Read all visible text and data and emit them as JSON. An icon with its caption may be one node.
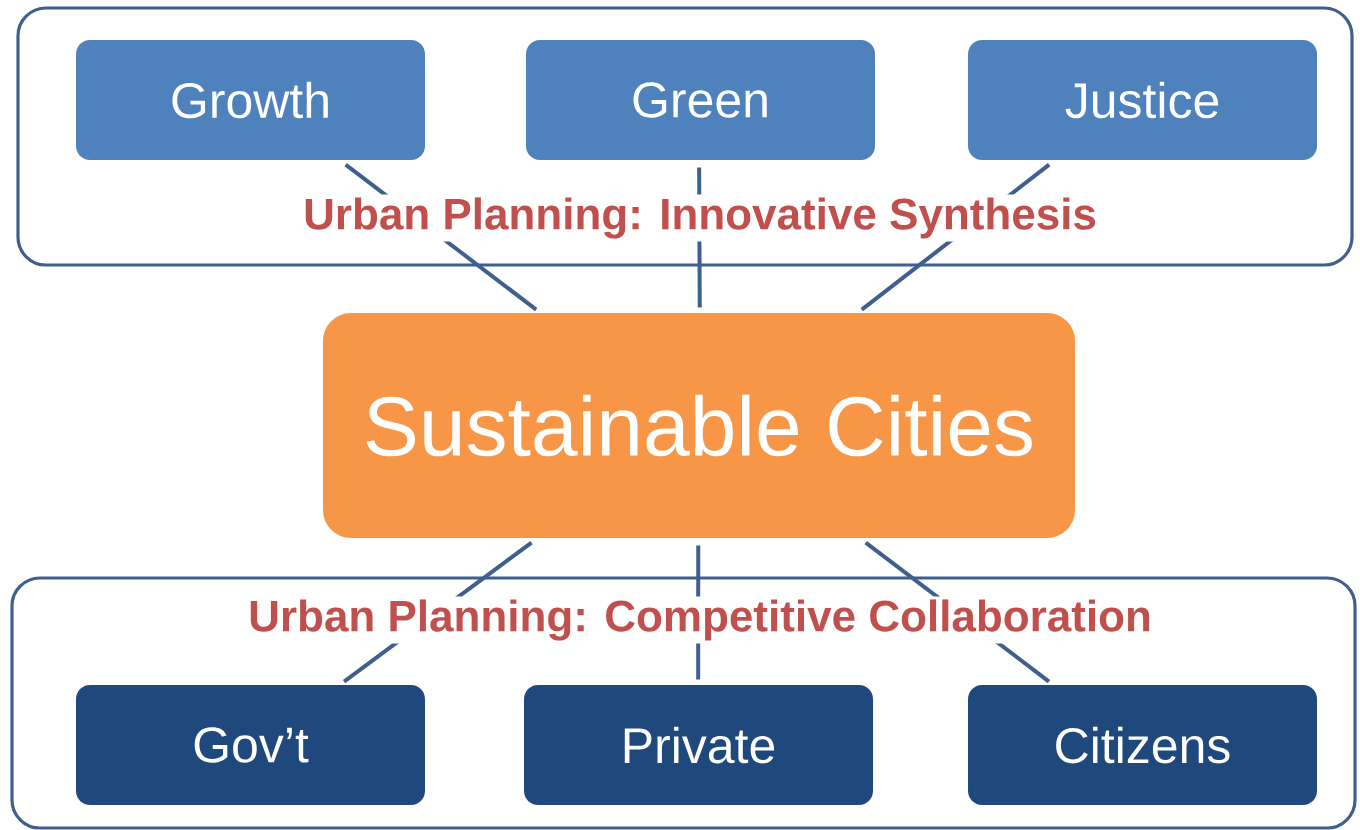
{
  "diagram": {
    "nodes": [
      {
        "text": [
          "Urban Planning: Innovative Synthesis"
        ]
      },
      {
        "text": [
          "Growth"
        ],
        "in": 0
      },
      {
        "text": [
          "Green"
        ],
        "in": 0
      },
      {
        "text": [
          "Justice"
        ],
        "in": 0
      },
      {
        "text": [
          "Sustainable Cities"
        ]
      },
      {
        "text": [
          "Urban Planning: Competitive Collaboration"
        ]
      },
      {
        "text": [
          "Gov’t"
        ],
        "in": 5
      },
      {
        "text": [
          "Private"
        ],
        "in": 5
      },
      {
        "text": [
          "Citizens"
        ],
        "in": 5
      }
    ],
    "edges": [
      {
        "from": 1,
        "to": 4,
        "arrow": "none"
      },
      {
        "from": 2,
        "to": 4,
        "arrow": "none"
      },
      {
        "from": 3,
        "to": 4,
        "arrow": "none"
      },
      {
        "from": 4,
        "to": 6,
        "arrow": "none"
      },
      {
        "from": 4,
        "to": 7,
        "arrow": "none"
      },
      {
        "from": 4,
        "to": 8,
        "arrow": "none"
      }
    ]
  }
}
